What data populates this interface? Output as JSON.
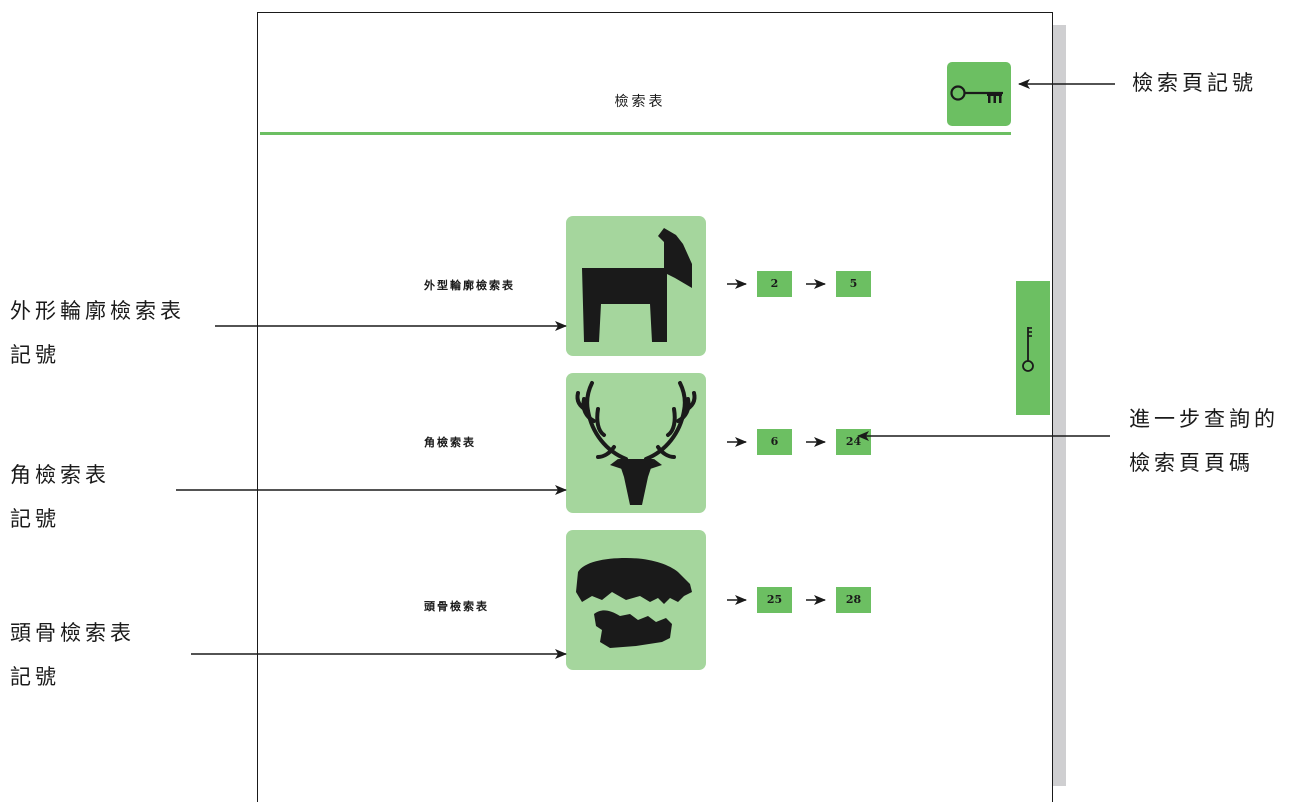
{
  "page": {
    "title": "檢索表"
  },
  "rows": [
    {
      "label": "外型輪廓檢索表",
      "icon": "horse-silhouette-icon",
      "from_page": "2",
      "to_page": "5"
    },
    {
      "label": "角檢索表",
      "icon": "antler-skull-icon",
      "from_page": "6",
      "to_page": "24"
    },
    {
      "label": "頭骨檢索表",
      "icon": "skull-jaw-icon",
      "from_page": "25",
      "to_page": "28"
    }
  ],
  "callouts": {
    "index_page_mark": "檢索頁記號",
    "outline_key": {
      "line1": "外形輪廓檢索表",
      "line2": "記號"
    },
    "antler_key": {
      "line1": "角檢索表",
      "line2": "記號"
    },
    "skull_key": {
      "line1": "頭骨檢索表",
      "line2": "記號"
    },
    "next_pages": {
      "line1": "進一步查詢的",
      "line2": "檢索頁頁碼"
    }
  },
  "colors": {
    "accent_green": "#6cbf62",
    "light_green": "#a5d69d",
    "page_shadow": "#cfcfd1"
  }
}
